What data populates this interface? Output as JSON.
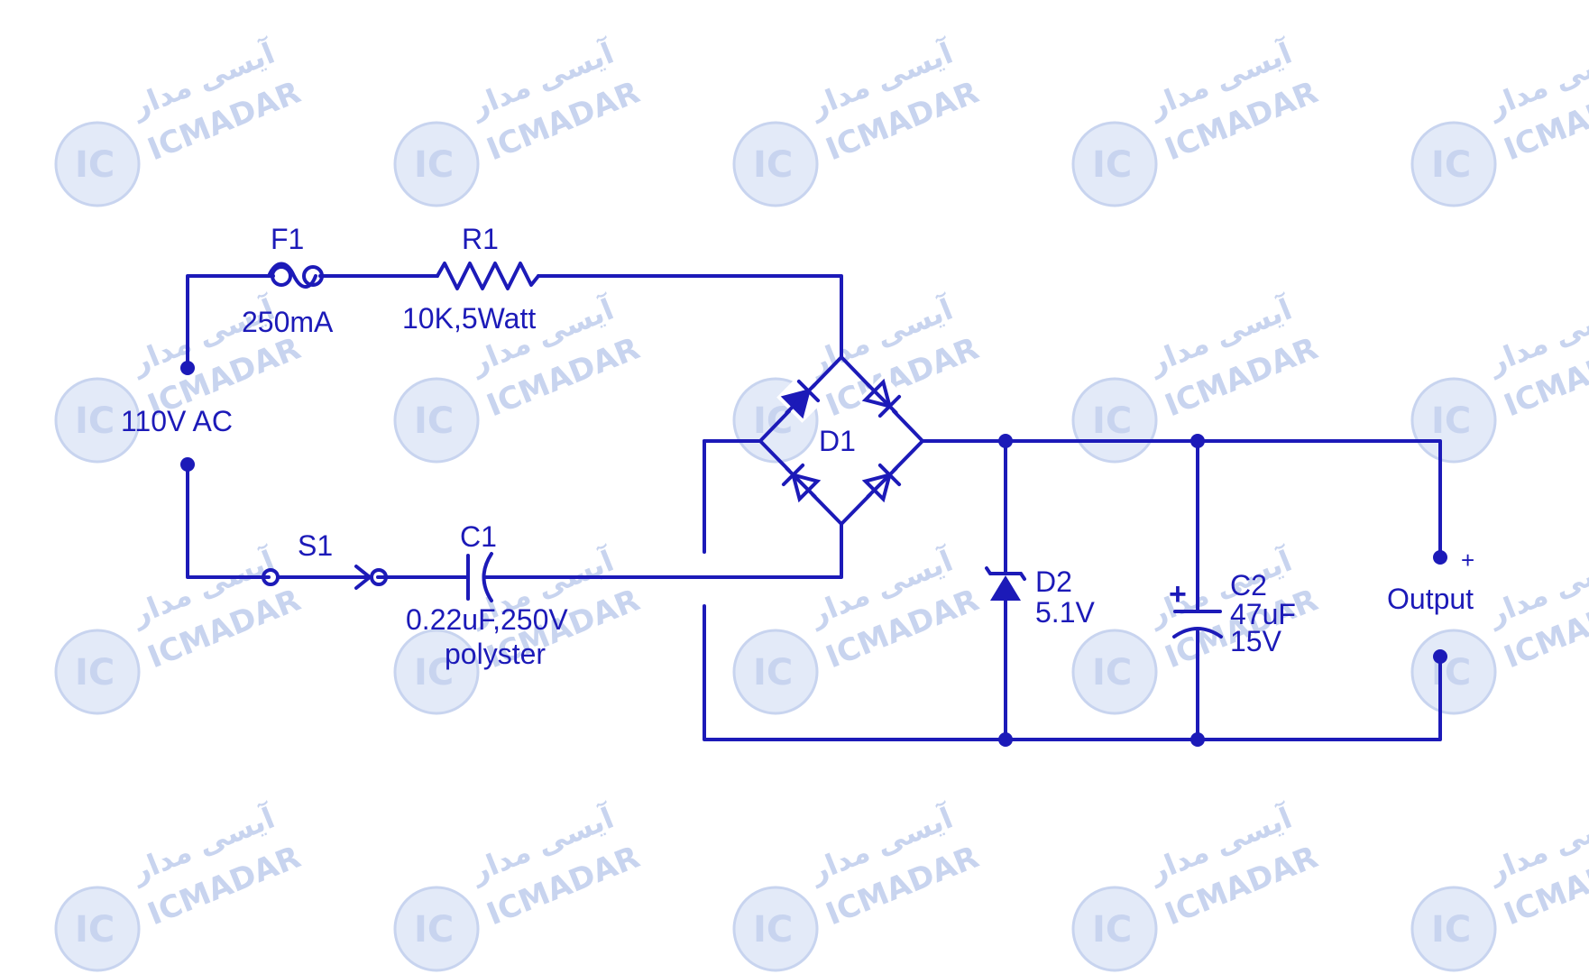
{
  "colors": {
    "ink": "#1c1ab8",
    "watermark": "#c8d4ef"
  },
  "watermark": {
    "brand_latin": "ICMADAR",
    "brand_persian": "آیسی مدار",
    "logo_letters": "IC",
    "icon": "icmadar-logo-icon"
  },
  "components": {
    "fuse": {
      "ref": "F1",
      "value": "250mA"
    },
    "resistor": {
      "ref": "R1",
      "value": "10K,5Watt"
    },
    "source": {
      "label": "110V AC"
    },
    "switch": {
      "ref": "S1"
    },
    "capacitor1": {
      "ref": "C1",
      "value": "0.22uF,250V",
      "type": "polyster"
    },
    "bridge": {
      "ref": "D1"
    },
    "zener": {
      "ref": "D2",
      "value": "5.1V"
    },
    "capacitor2": {
      "ref": "C2",
      "value": "47uF",
      "voltage": "15V",
      "polarity": "+"
    },
    "output": {
      "label": "Output",
      "polarity": "+"
    }
  }
}
